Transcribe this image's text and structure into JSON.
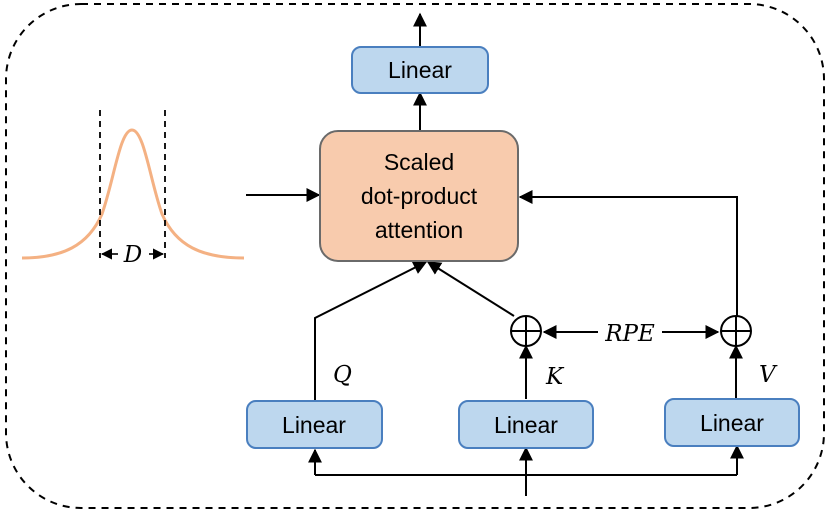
{
  "diagram": {
    "blocks": {
      "linear_top": "Linear",
      "attention_line1": "Scaled",
      "attention_line2": "dot-product",
      "attention_line3": "attention",
      "linear_q": "Linear",
      "linear_k": "Linear",
      "linear_v": "Linear"
    },
    "symbols": {
      "q": "Q",
      "k": "K",
      "v": "V",
      "rpe": "RPE",
      "d": "D"
    },
    "colors": {
      "linear_fill": "#bdd7ee",
      "linear_stroke": "#4a7fbf",
      "attention_fill": "#f8cbad",
      "attention_stroke": "#6a6a6a",
      "gaussian_curve": "#f4b183",
      "line": "#000000"
    }
  }
}
